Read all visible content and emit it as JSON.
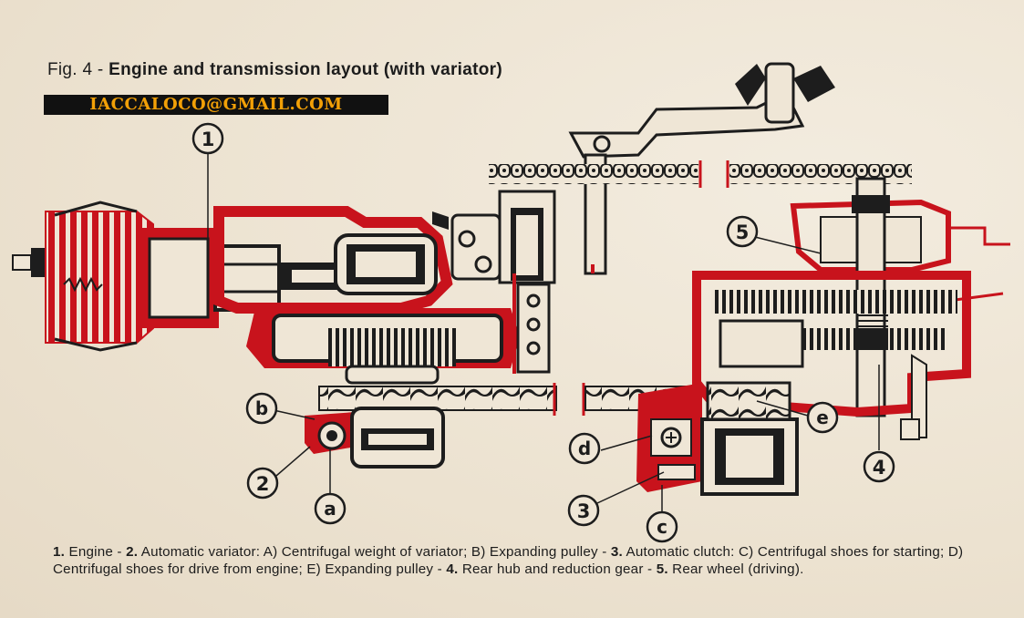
{
  "figure": {
    "title_prefix": "Fig. 4 - ",
    "title_main": "Engine and transmission layout (with variator)",
    "watermark": "IACCALOCO@GMAIL.COM"
  },
  "callouts": [
    {
      "id": "1",
      "label": "1"
    },
    {
      "id": "2",
      "label": "2"
    },
    {
      "id": "3",
      "label": "3"
    },
    {
      "id": "4",
      "label": "4"
    },
    {
      "id": "5",
      "label": "5"
    },
    {
      "id": "a",
      "label": "a"
    },
    {
      "id": "b",
      "label": "b"
    },
    {
      "id": "c",
      "label": "c"
    },
    {
      "id": "d",
      "label": "d"
    },
    {
      "id": "e",
      "label": "e"
    }
  ],
  "caption": {
    "n1": "1.",
    "t1": " Engine - ",
    "n2": "2.",
    "t2": " Automatic variator: A) Centrifugal weight of variator; B) Expanding pulley - ",
    "n3": "3.",
    "t3": " Automatic clutch: C) Centrifugal shoes for starting; D) Centrifugal shoes for drive from engine; E) Expanding pulley - ",
    "n4": "4.",
    "t4": " Rear hub and reduction gear - ",
    "n5": "5.",
    "t5": " Rear wheel (driving)."
  },
  "colors": {
    "red": "#c8131c",
    "ink": "#1d1d1d",
    "paper": "#efe6d6",
    "watermark_text": "#f2a007",
    "watermark_bg": "#111111"
  }
}
